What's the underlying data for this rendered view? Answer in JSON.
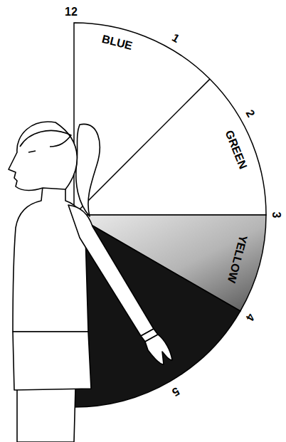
{
  "diagram": {
    "labels": [
      "12",
      "BLUE",
      "1",
      "2",
      "GREEN",
      "3",
      "YELLOW",
      "4",
      "5"
    ]
  }
}
